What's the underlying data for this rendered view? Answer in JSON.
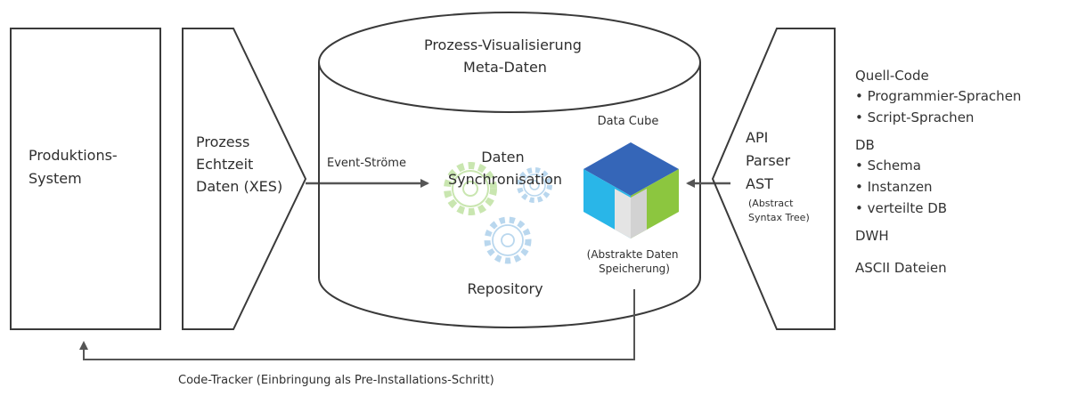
{
  "production_system": {
    "label_line1": "Produktions-",
    "label_line2": "System"
  },
  "process_data": {
    "line1": "Prozess",
    "line2": "Echtzeit",
    "line3": "Daten (XES)"
  },
  "event_stream_label": "Event-Ströme",
  "repository": {
    "top_line1": "Prozess-Visualisierung",
    "top_line2": "Meta-Daten",
    "sync_line1": "Daten",
    "sync_line2": "Synchronisation",
    "bottom_label": "Repository",
    "cube_title": "Data Cube",
    "cube_caption_line1": "(Abstrakte Daten",
    "cube_caption_line2": "Speicherung)"
  },
  "parser": {
    "line1": "API",
    "line2": "Parser",
    "line3": "AST",
    "sub_line1": "(Abstract",
    "sub_line2": "Syntax Tree)"
  },
  "sources": [
    {
      "heading": "Quell-Code",
      "items": [
        "• Programmier-Sprachen",
        "• Script-Sprachen"
      ]
    },
    {
      "heading": "DB",
      "items": [
        "• Schema",
        "• Instanzen",
        "• verteilte DB"
      ]
    },
    {
      "heading": "DWH",
      "items": []
    },
    {
      "heading": "ASCII Dateien",
      "items": []
    }
  ],
  "code_tracker_label": "Code-Tracker (Einbringung als Pre-Installations-Schritt)",
  "colors": {
    "outline": "#3a3a3a",
    "cube_top": "#3566b8",
    "cube_left": "#29b6e8",
    "cube_right": "#8cc63f",
    "gear_green": "#c9e6b0",
    "gear_blue": "#b9d7ee"
  },
  "icons": [
    "gear-icon",
    "data-cube-icon"
  ]
}
